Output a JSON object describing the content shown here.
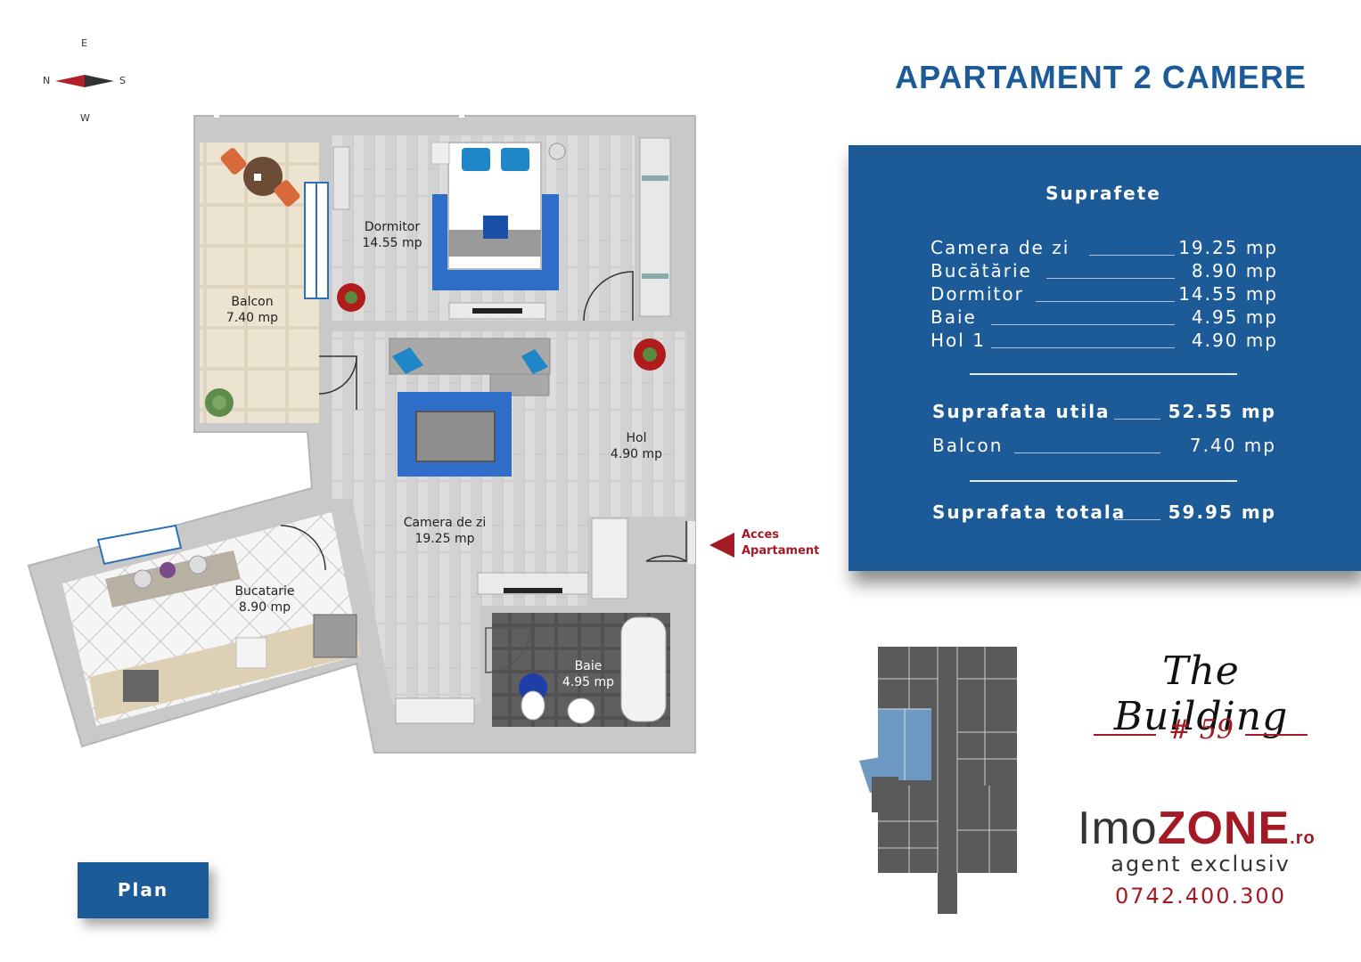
{
  "title": "APARTAMENT 2 CAMERE",
  "compass": {
    "e": "E",
    "n": "N",
    "s": "S",
    "w": "W"
  },
  "rooms": {
    "dormitor": {
      "name": "Dormitor",
      "area": "14.55 mp"
    },
    "balcon": {
      "name": "Balcon",
      "area": "7.40 mp"
    },
    "hol": {
      "name": "Hol",
      "area": "4.90 mp"
    },
    "camera": {
      "name": "Camera de zi",
      "area": "19.25 mp"
    },
    "bucatarie": {
      "name": "Bucatarie",
      "area": "8.90 mp"
    },
    "baie": {
      "name": "Baie",
      "area": "4.95 mp"
    }
  },
  "access": {
    "line1": "Acces",
    "line2": "Apartament"
  },
  "panel": {
    "heading": "Suprafete",
    "items": [
      {
        "label": "Camera de zi",
        "value": "19.25 mp"
      },
      {
        "label": "Bucătărie",
        "value": "8.90 mp"
      },
      {
        "label": "Dormitor",
        "value": "14.55 mp"
      },
      {
        "label": "Baie",
        "value": "4.95 mp"
      },
      {
        "label": "Hol 1",
        "value": "4.90 mp"
      }
    ],
    "util_label": "Suprafata utila",
    "util_value": "52.55 mp",
    "balcon_label": "Balcon",
    "balcon_value": "7.40 mp",
    "total_label": "Suprafata totala",
    "total_value": "59.95 mp"
  },
  "plan_button": "Plan",
  "building": {
    "name": "The Building",
    "number": "# 59"
  },
  "brand": {
    "part1": "Imo",
    "part2": "ZONE",
    "part3": ".ro",
    "tagline": "agent exclusiv",
    "phone": "0742.400.300"
  },
  "colors": {
    "primary": "#1c5a98",
    "accent": "#a31a24",
    "wall": "#c9c9c9"
  }
}
